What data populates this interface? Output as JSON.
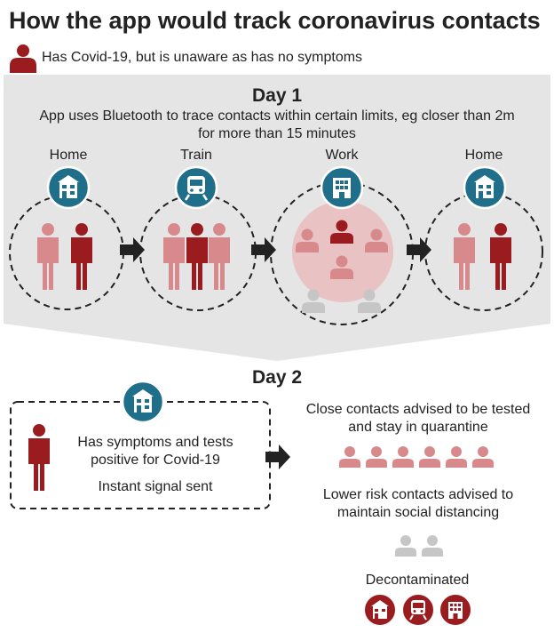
{
  "title": "How the app would track coronavirus contacts",
  "legend": {
    "label": "Has Covid-19, but is unaware as has no symptoms",
    "icon": "infected-person-icon"
  },
  "colors": {
    "infected": "#9b1c1f",
    "contact": "#d8898b",
    "low_risk": "#c6c6c6",
    "accent": "#1f6f8b",
    "panel": "#e5e5e5"
  },
  "day1": {
    "heading": "Day 1",
    "description_line1": "App uses Bluetooth to trace contacts within certain limits, eg closer than 2m",
    "description_line2": "for more than 15 minutes",
    "locations": [
      {
        "label": "Home",
        "icon": "home-icon"
      },
      {
        "label": "Train",
        "icon": "train-icon"
      },
      {
        "label": "Work",
        "icon": "office-building-icon"
      },
      {
        "label": "Home",
        "icon": "home-icon"
      }
    ]
  },
  "day2": {
    "heading": "Day 2",
    "positive_line1": "Has symptoms and tests",
    "positive_line2": "positive for Covid-19",
    "signal": "Instant signal sent",
    "close_line1": "Close contacts advised to be tested",
    "close_line2": "and stay in quarantine",
    "lower_line1": "Lower risk contacts advised to",
    "lower_line2": "maintain social distancing",
    "decontaminated": "Decontaminated"
  }
}
